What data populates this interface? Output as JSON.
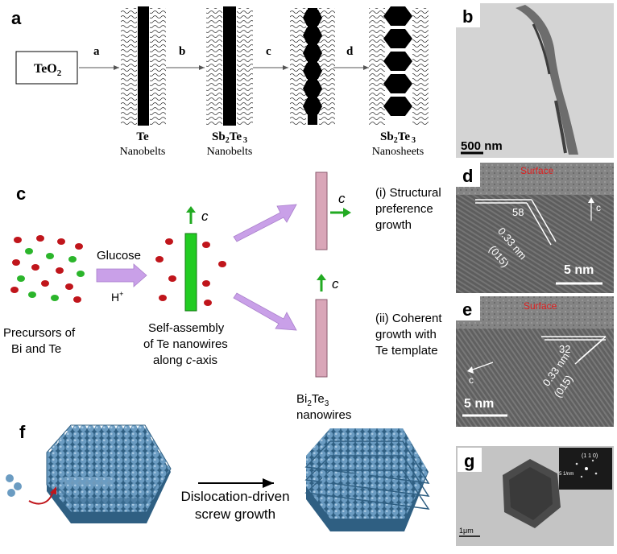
{
  "panel_a": {
    "label": "a",
    "start": "TeO",
    "start_sub": "2",
    "arrows": [
      "a",
      "b",
      "c",
      "d"
    ],
    "stages": [
      {
        "line1": "Te",
        "line2": "Nanobelts"
      },
      {
        "line1": "Sb",
        "sub1": "2",
        "mid": "Te",
        "sub2": "3",
        "line2": "Nanobelts"
      },
      {
        "line1": "Sb",
        "sub1": "2",
        "mid": "Te",
        "sub2": "3",
        "line2": "Nanosheets"
      }
    ]
  },
  "panel_b": {
    "label": "b",
    "scale": "500 nm"
  },
  "panel_c": {
    "label": "c",
    "precursors": [
      "Precursors of",
      "Bi and Te"
    ],
    "glucose": "Glucose",
    "hplus": "H",
    "hplus_sup": "+",
    "self_assembly": [
      "Self-assembly",
      "of Te nanowires",
      "along "
    ],
    "c_axis": "c",
    "c_axis_tail": "-axis",
    "axis_c": "c",
    "route1": [
      "(i) Structural",
      "preference",
      "growth"
    ],
    "route2": [
      "(ii) Coherent",
      "growth with",
      "Te template"
    ],
    "product": "Bi",
    "product_sub1": "2",
    "product_mid": "Te",
    "product_sub2": "3",
    "product_line2": "nanowires"
  },
  "panel_d": {
    "label": "d",
    "surface": "Surface",
    "angle": "58",
    "spacing": "0.33 nm",
    "plane": "(015)",
    "c": "c",
    "scale": "5 nm"
  },
  "panel_e": {
    "label": "e",
    "surface": "Surface",
    "angle": "32",
    "spacing": "0.33 nm",
    "plane": "(015)",
    "c": "c",
    "scale": "5 nm"
  },
  "panel_f": {
    "label": "f",
    "caption1": "Dislocation-driven",
    "caption2": "screw growth"
  },
  "panel_g": {
    "label": "g",
    "scale": "1μm",
    "inset_index": "(1 1 0)",
    "inset_scale": "5 1/nm"
  },
  "colors": {
    "bi_dot": "#c0151b",
    "te_dot": "#2bb52b",
    "te_wire": "#22cc22",
    "bite_wire": "#d9a6b8",
    "process_arrow": "#c9a0e8",
    "atom": "#5a8db5"
  }
}
